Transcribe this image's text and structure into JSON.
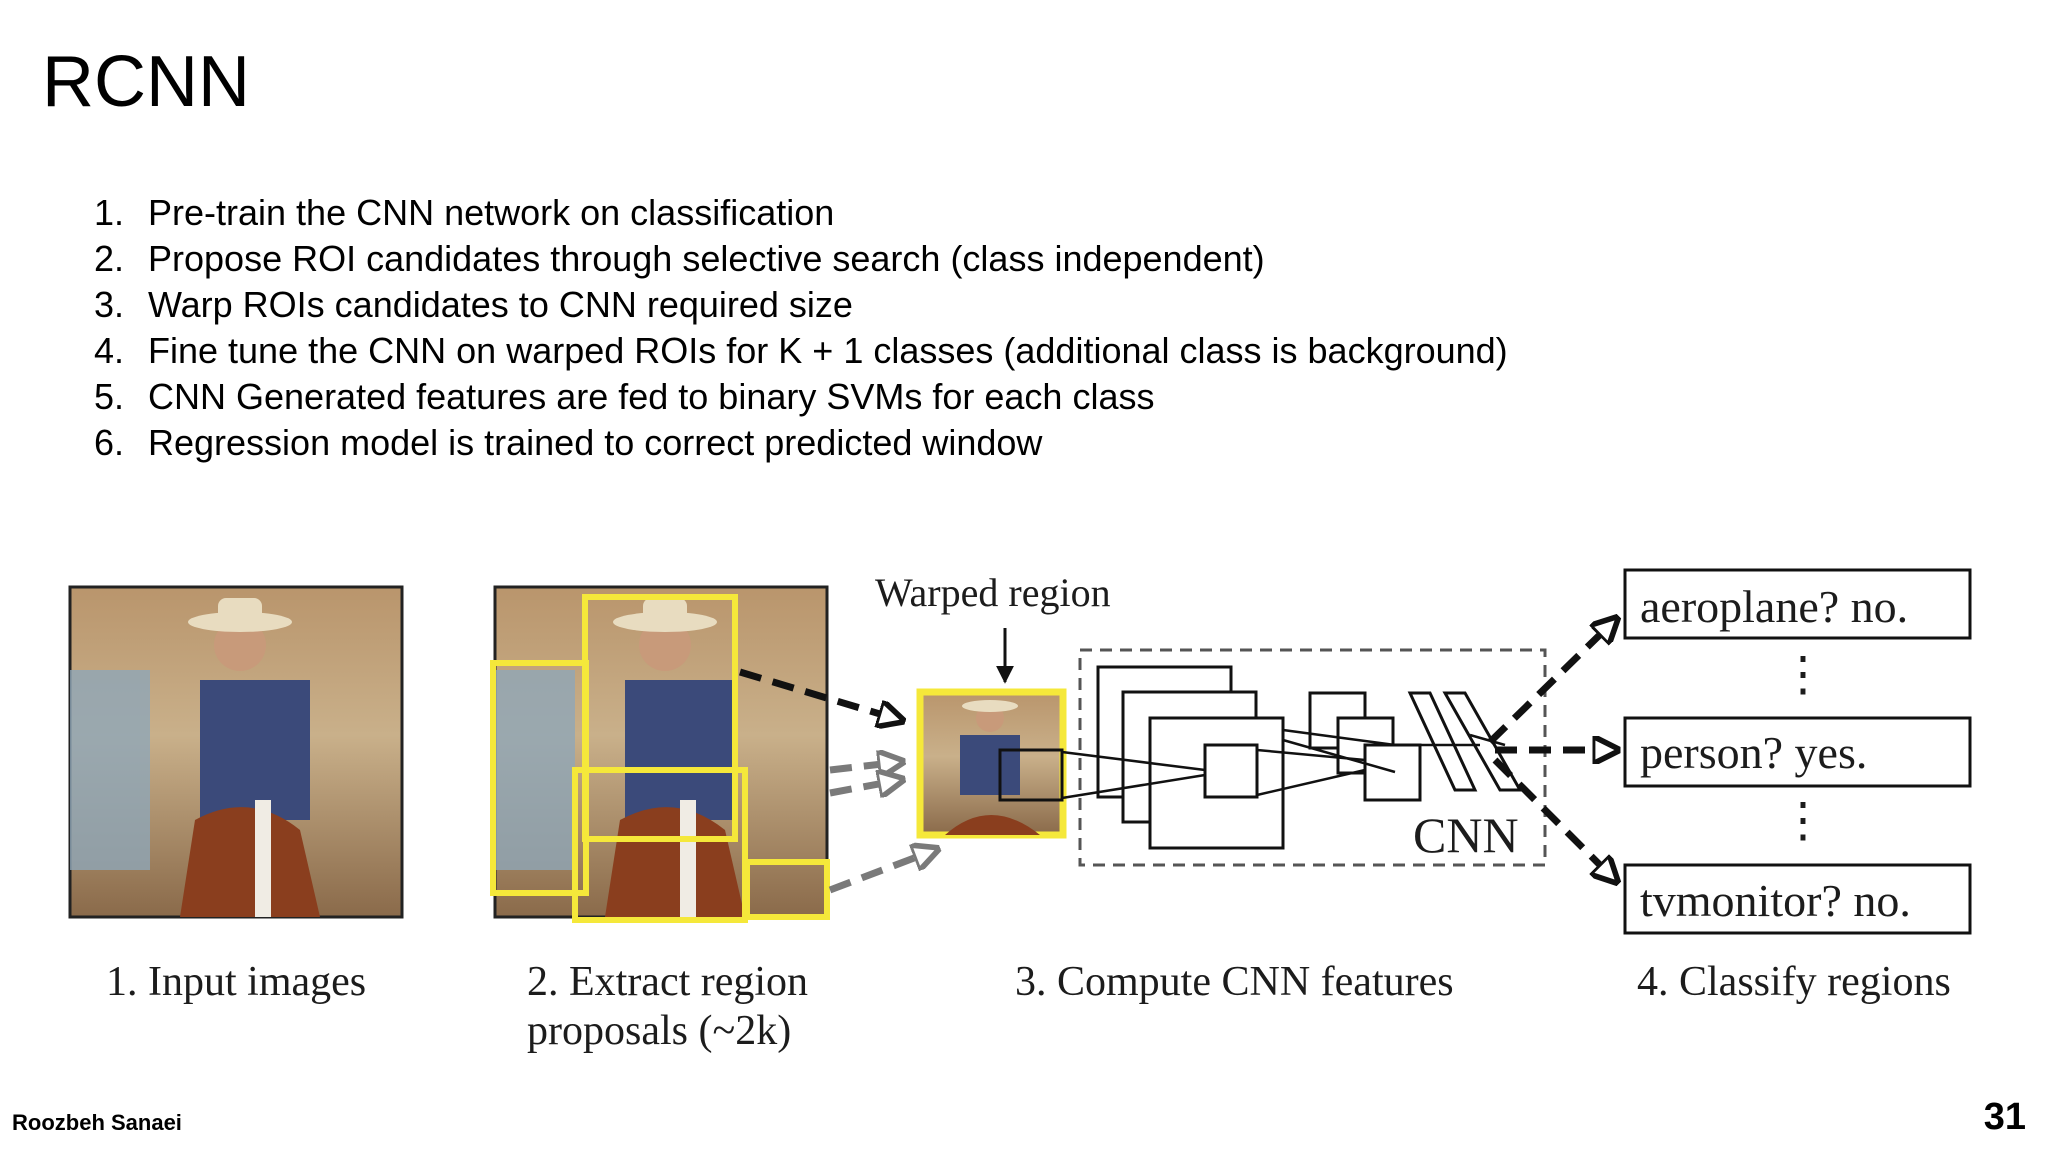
{
  "slide": {
    "title": "RCNN",
    "author": "Roozbeh Sanaei",
    "page_number": "31"
  },
  "steps": [
    {
      "num": "1.",
      "text": "Pre-train the CNN network on classification"
    },
    {
      "num": "2.",
      "text": "Propose ROI candidates through selective search (class independent)"
    },
    {
      "num": "3.",
      "text": "Warp ROIs candidates to CNN required size"
    },
    {
      "num": "4.",
      "text": "Fine tune the CNN on warped ROIs for K + 1 classes (additional class is background)"
    },
    {
      "num": "5.",
      "text": "CNN Generated features are fed to binary SVMs for each class"
    },
    {
      "num": "6.",
      "text": "Regression model is trained to correct predicted window"
    }
  ],
  "figure": {
    "warped_region_label": "Warped region",
    "cnn_label": "CNN",
    "classes": [
      "aeroplane? no.",
      "person? yes.",
      "tvmonitor? no."
    ],
    "dots": "⋮",
    "stage1": "1. Input images",
    "stage2_line1": "2. Extract region",
    "stage2_line2": "proposals (~2k)",
    "stage3": "3. Compute CNN features",
    "stage4": "4. Classify regions",
    "colors": {
      "highlight": "#f5e83a",
      "arrow": "#111111",
      "dashed": "#7a7a7a"
    }
  }
}
